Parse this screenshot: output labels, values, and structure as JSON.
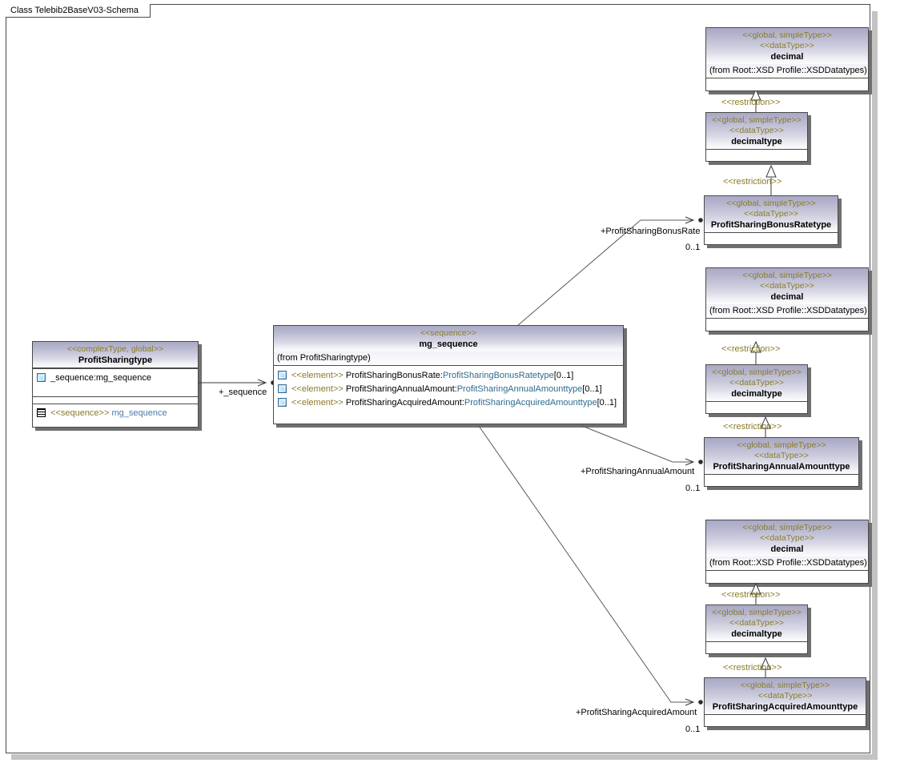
{
  "frame": {
    "tab_label": "Class Telebib2BaseV03-Schema"
  },
  "classes": {
    "profit_sharing_type": {
      "stereotype": "<<complexType, global>>",
      "name": "ProfitSharingtype",
      "attributes": [
        {
          "icon": "attribute-icon",
          "text": "_sequence:mg_sequence",
          "name_part": "_sequence:",
          "type_part": "mg_sequence"
        }
      ],
      "operations": [
        {
          "icon": "operation-icon",
          "stereotype": "<<sequence>>",
          "text": "mg_sequence"
        }
      ]
    },
    "mg_sequence": {
      "stereotype": "<<sequence>>",
      "name": "mg_sequence",
      "from": "(from ProfitSharingtype)",
      "elements": [
        {
          "icon": "element-icon",
          "stereotype": "<<element>>",
          "name": "ProfitSharingBonusRate:",
          "type": "ProfitSharingBonusRatetype",
          "mult": "[0..1]"
        },
        {
          "icon": "element-icon",
          "stereotype": "<<element>>",
          "name": "ProfitSharingAnnualAmount:",
          "type": "ProfitSharingAnnualAmounttype",
          "mult": "[0..1]"
        },
        {
          "icon": "element-icon",
          "stereotype": "<<element>>",
          "name": "ProfitSharingAcquiredAmount:",
          "type": "ProfitSharingAcquiredAmounttype",
          "mult": "[0..1]"
        }
      ]
    },
    "decimal_1": {
      "stereotype1": "<<global, simpleType>>",
      "stereotype2": "<<dataType>>",
      "name": "decimal",
      "from": "(from Root::XSD Profile::XSDDatatypes)"
    },
    "decimaltype_1": {
      "stereotype1": "<<global, simpleType>>",
      "stereotype2": "<<dataType>>",
      "name": "decimaltype"
    },
    "bonus_rate_type": {
      "stereotype1": "<<global, simpleType>>",
      "stereotype2": "<<dataType>>",
      "name": "ProfitSharingBonusRatetype"
    },
    "decimal_2": {
      "stereotype1": "<<global, simpleType>>",
      "stereotype2": "<<dataType>>",
      "name": "decimal",
      "from": "(from Root::XSD Profile::XSDDatatypes)"
    },
    "decimaltype_2": {
      "stereotype1": "<<global, simpleType>>",
      "stereotype2": "<<dataType>>",
      "name": "decimaltype"
    },
    "annual_amount_type": {
      "stereotype1": "<<global, simpleType>>",
      "stereotype2": "<<dataType>>",
      "name": "ProfitSharingAnnualAmounttype"
    },
    "decimal_3": {
      "stereotype1": "<<global, simpleType>>",
      "stereotype2": "<<dataType>>",
      "name": "decimal",
      "from": "(from Root::XSD Profile::XSDDatatypes)"
    },
    "decimaltype_3": {
      "stereotype1": "<<global, simpleType>>",
      "stereotype2": "<<dataType>>",
      "name": "decimaltype"
    },
    "acquired_amount_type": {
      "stereotype1": "<<global, simpleType>>",
      "stereotype2": "<<dataType>>",
      "name": "ProfitSharingAcquiredAmounttype"
    }
  },
  "connectors": {
    "sequence_role": "+_sequence",
    "restriction_1": "<<restriction>>",
    "restriction_2": "<<restriction>>",
    "restriction_3": "<<restriction>>",
    "restriction_4": "<<restriction>>",
    "restriction_5": "<<restriction>>",
    "restriction_6": "<<restriction>>",
    "bonus_rate_role": "+ProfitSharingBonusRate",
    "bonus_rate_mult": "0..1",
    "annual_amount_role": "+ProfitSharingAnnualAmount",
    "annual_amount_mult": "0..1",
    "acquired_amount_role": "+ProfitSharingAcquiredAmount",
    "acquired_amount_mult": "0..1"
  },
  "colors": {
    "header_gradient_top": "#a9a9c6",
    "header_gradient_bottom": "#fcfcfe",
    "stereotype_text": "#8a7b28",
    "type_link_text": "#2e6c8e",
    "border": "#4a4a4a",
    "shadow": "#6f6f6f",
    "canvas": "#ffffff"
  }
}
